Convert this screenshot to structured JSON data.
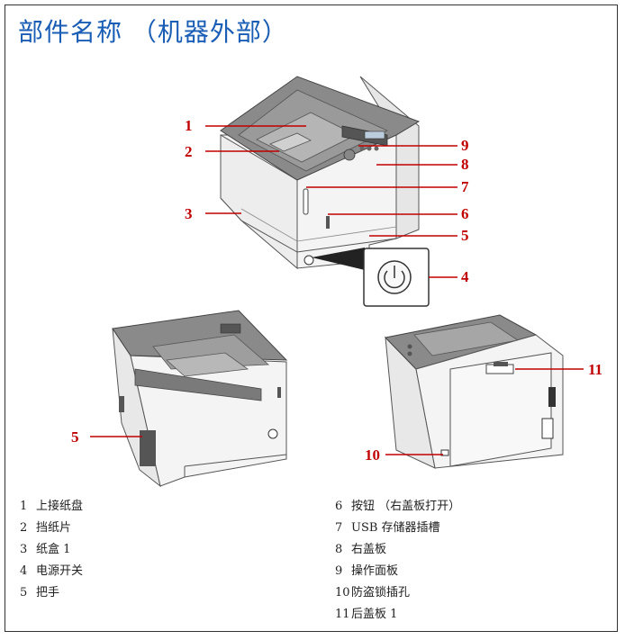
{
  "page": {
    "title": "部件名称 （机器外部）"
  },
  "callouts": {
    "c1": "1",
    "c2": "2",
    "c3": "3",
    "c4": "4",
    "c5a": "5",
    "c5b": "5",
    "c6": "6",
    "c7": "7",
    "c8": "8",
    "c9": "9",
    "c10": "10",
    "c11": "11"
  },
  "parts_left": [
    {
      "num": "1",
      "name": "上接纸盘"
    },
    {
      "num": "2",
      "name": "挡纸片"
    },
    {
      "num": "3",
      "name": "纸盒 1"
    },
    {
      "num": "4",
      "name": "电源开关"
    },
    {
      "num": "5",
      "name": "把手"
    }
  ],
  "parts_right": [
    {
      "num": "6",
      "name": "按钮 （右盖板打开）"
    },
    {
      "num": "7",
      "name": "USB 存储器插槽"
    },
    {
      "num": "8",
      "name": "右盖板"
    },
    {
      "num": "9",
      "name": "操作面板"
    },
    {
      "num": "10",
      "name": "防盗锁插孔"
    },
    {
      "num": "11",
      "name": "后盖板 1"
    }
  ],
  "colors": {
    "title": "#1a5db5",
    "callout": "#c00000",
    "printer_top": "#8a8a8a",
    "printer_body": "#f4f4f4"
  }
}
